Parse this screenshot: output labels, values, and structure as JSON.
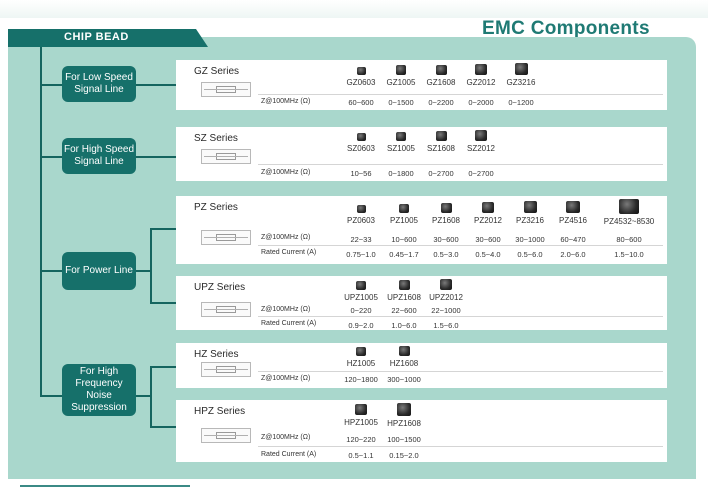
{
  "page_title": "EMC Components",
  "chip_bead_label": "CHIP BEAD",
  "categories": [
    {
      "label": "For Low Speed Signal Line"
    },
    {
      "label": "For High Speed Signal Line"
    },
    {
      "label": "For Power Line"
    },
    {
      "label": "For High Frequency Noise Suppression"
    }
  ],
  "row_labels": {
    "impedance": "Z@100MHz (Ω)",
    "rated_current": "Rated Current (A)"
  },
  "series": [
    {
      "name": "GZ Series",
      "parts": [
        {
          "name": "GZ0603",
          "z": "60~600"
        },
        {
          "name": "GZ1005",
          "z": "0~1500"
        },
        {
          "name": "GZ1608",
          "z": "0~2200"
        },
        {
          "name": "GZ2012",
          "z": "0~2000"
        },
        {
          "name": "GZ3216",
          "z": "0~1200"
        }
      ]
    },
    {
      "name": "SZ Series",
      "parts": [
        {
          "name": "SZ0603",
          "z": "10~56"
        },
        {
          "name": "SZ1005",
          "z": "0~1800"
        },
        {
          "name": "SZ1608",
          "z": "0~2700"
        },
        {
          "name": "SZ2012",
          "z": "0~2700"
        }
      ]
    },
    {
      "name": "PZ Series",
      "parts": [
        {
          "name": "PZ0603",
          "z": "22~33",
          "i": "0.75~1.0"
        },
        {
          "name": "PZ1005",
          "z": "10~600",
          "i": "0.45~1.7"
        },
        {
          "name": "PZ1608",
          "z": "30~600",
          "i": "0.5~3.0"
        },
        {
          "name": "PZ2012",
          "z": "30~600",
          "i": "0.5~4.0"
        },
        {
          "name": "PZ3216",
          "z": "30~1000",
          "i": "0.5~6.0"
        },
        {
          "name": "PZ4516",
          "z": "60~470",
          "i": "2.0~6.0"
        },
        {
          "name": "PZ4532~8530",
          "z": "80~600",
          "i": "1.5~10.0"
        }
      ]
    },
    {
      "name": "UPZ Series",
      "parts": [
        {
          "name": "UPZ1005",
          "z": "0~220",
          "i": "0.9~2.0"
        },
        {
          "name": "UPZ1608",
          "z": "22~600",
          "i": "1.0~6.0"
        },
        {
          "name": "UPZ2012",
          "z": "22~1000",
          "i": "1.5~6.0"
        }
      ]
    },
    {
      "name": "HZ Series",
      "parts": [
        {
          "name": "HZ1005",
          "z": "120~1800"
        },
        {
          "name": "HZ1608",
          "z": "300~1000"
        }
      ]
    },
    {
      "name": "HPZ Series",
      "parts": [
        {
          "name": "HPZ1005",
          "z": "120~220",
          "i": "0.5~1.1"
        },
        {
          "name": "HPZ1608",
          "z": "100~1500",
          "i": "0.15~2.0"
        }
      ]
    }
  ]
}
